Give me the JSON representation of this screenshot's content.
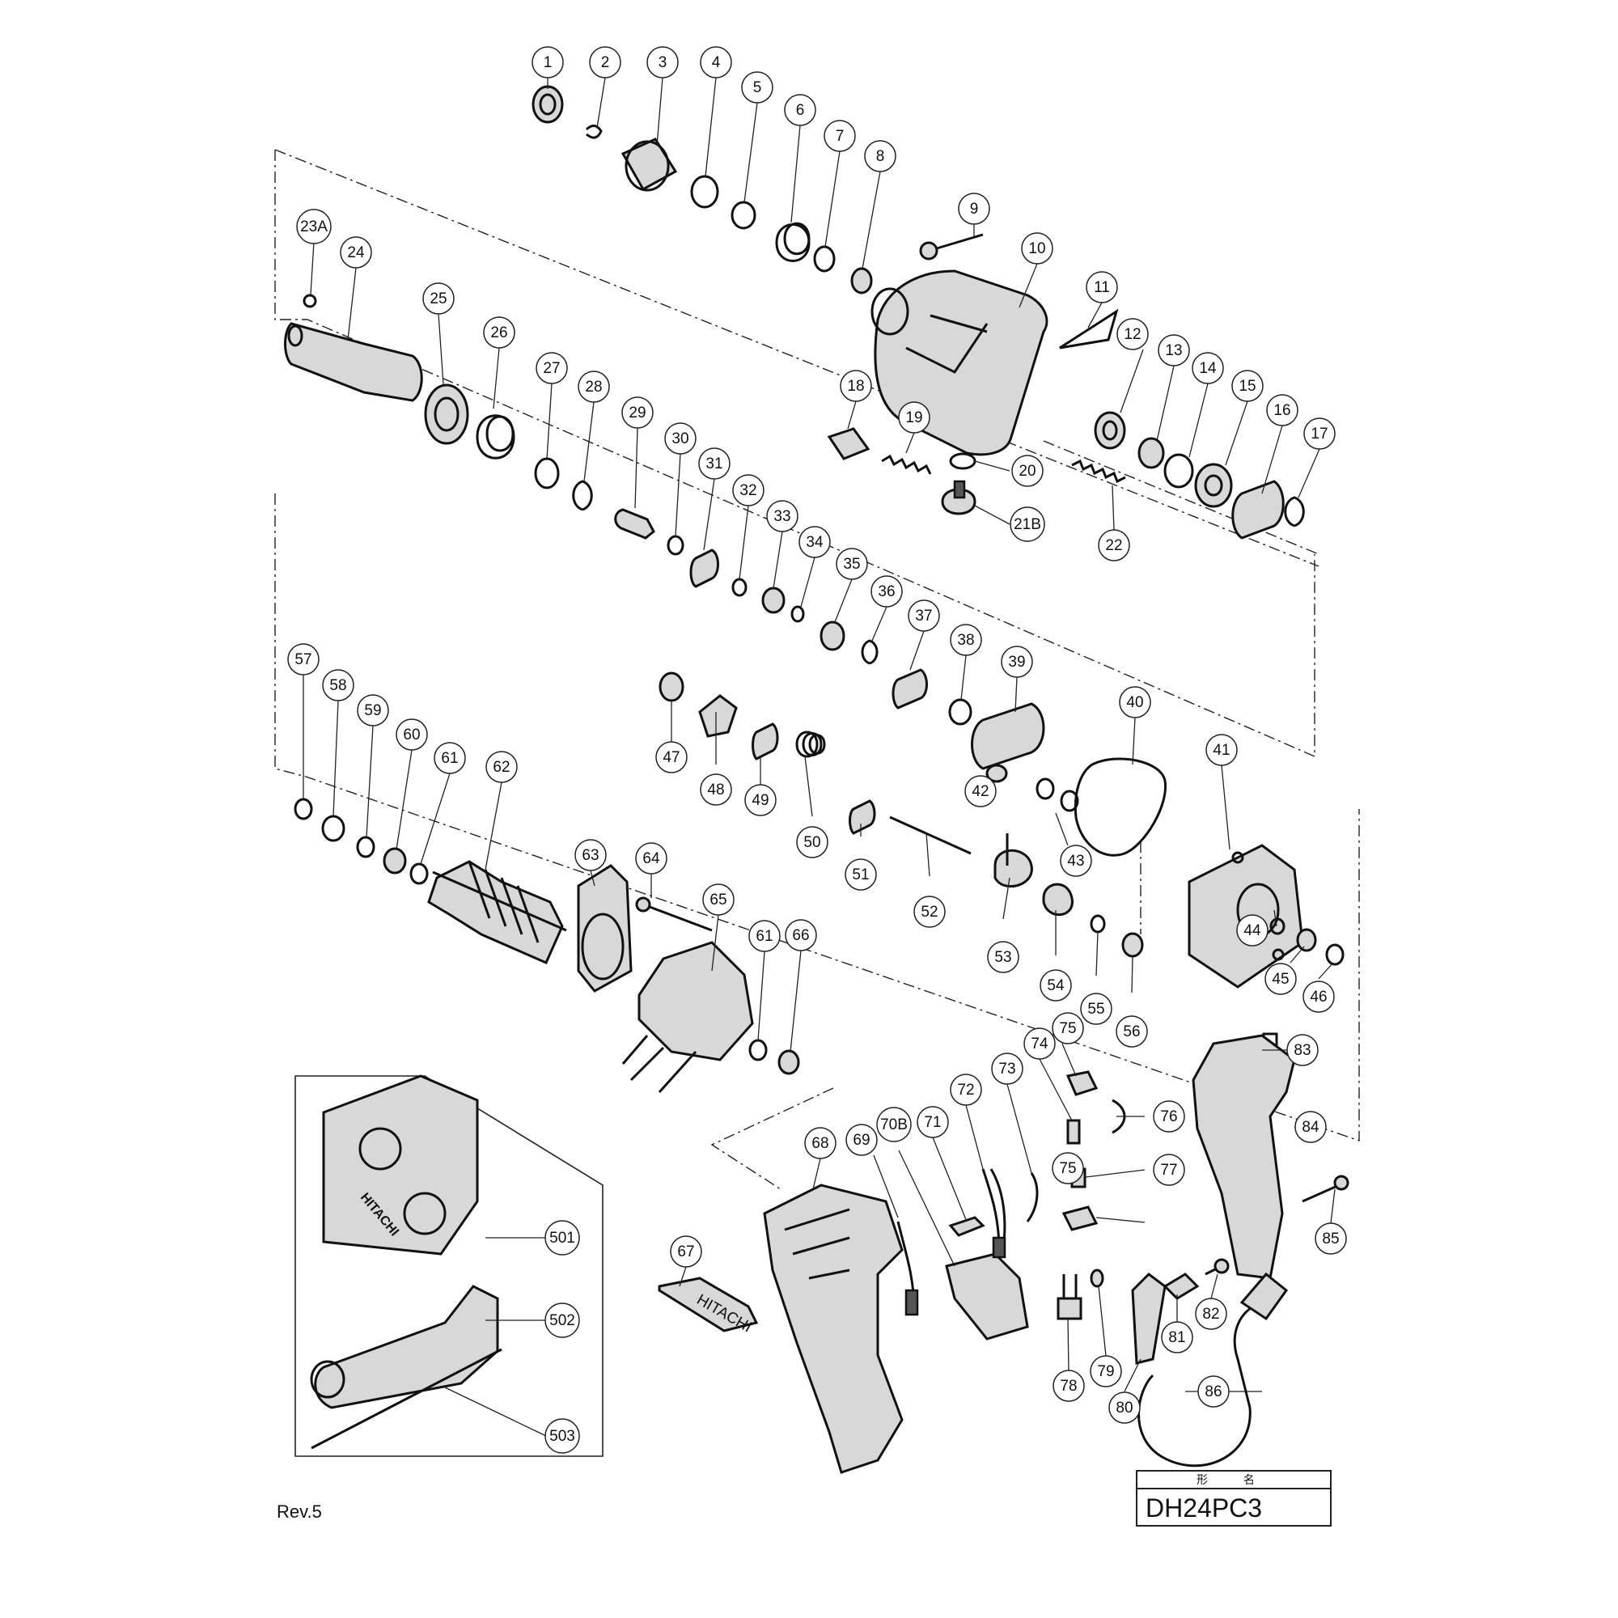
{
  "diagram": {
    "revision": "Rev.5",
    "title_block": {
      "header": "形 名",
      "model": "DH24PC3"
    },
    "case_brand": "HITACHI",
    "side_handle_brand": "HITACHI",
    "part_numbers": [
      "1",
      "2",
      "3",
      "4",
      "5",
      "6",
      "7",
      "8",
      "9",
      "10",
      "11",
      "12",
      "13",
      "14",
      "15",
      "16",
      "17",
      "18",
      "19",
      "20",
      "21B",
      "22",
      "23A",
      "24",
      "25",
      "26",
      "27",
      "28",
      "29",
      "30",
      "31",
      "32",
      "33",
      "34",
      "35",
      "36",
      "37",
      "38",
      "39",
      "40",
      "41",
      "42",
      "43",
      "44",
      "45",
      "46",
      "47",
      "48",
      "49",
      "50",
      "51",
      "52",
      "53",
      "54",
      "55",
      "56",
      "57",
      "58",
      "59",
      "60",
      "61",
      "61",
      "62",
      "63",
      "64",
      "65",
      "66",
      "67",
      "68",
      "69",
      "70B",
      "71",
      "72",
      "73",
      "74",
      "75",
      "75",
      "76",
      "77",
      "78",
      "79",
      "80",
      "81",
      "82",
      "83",
      "84",
      "85",
      "86",
      "501",
      "502",
      "503"
    ]
  }
}
